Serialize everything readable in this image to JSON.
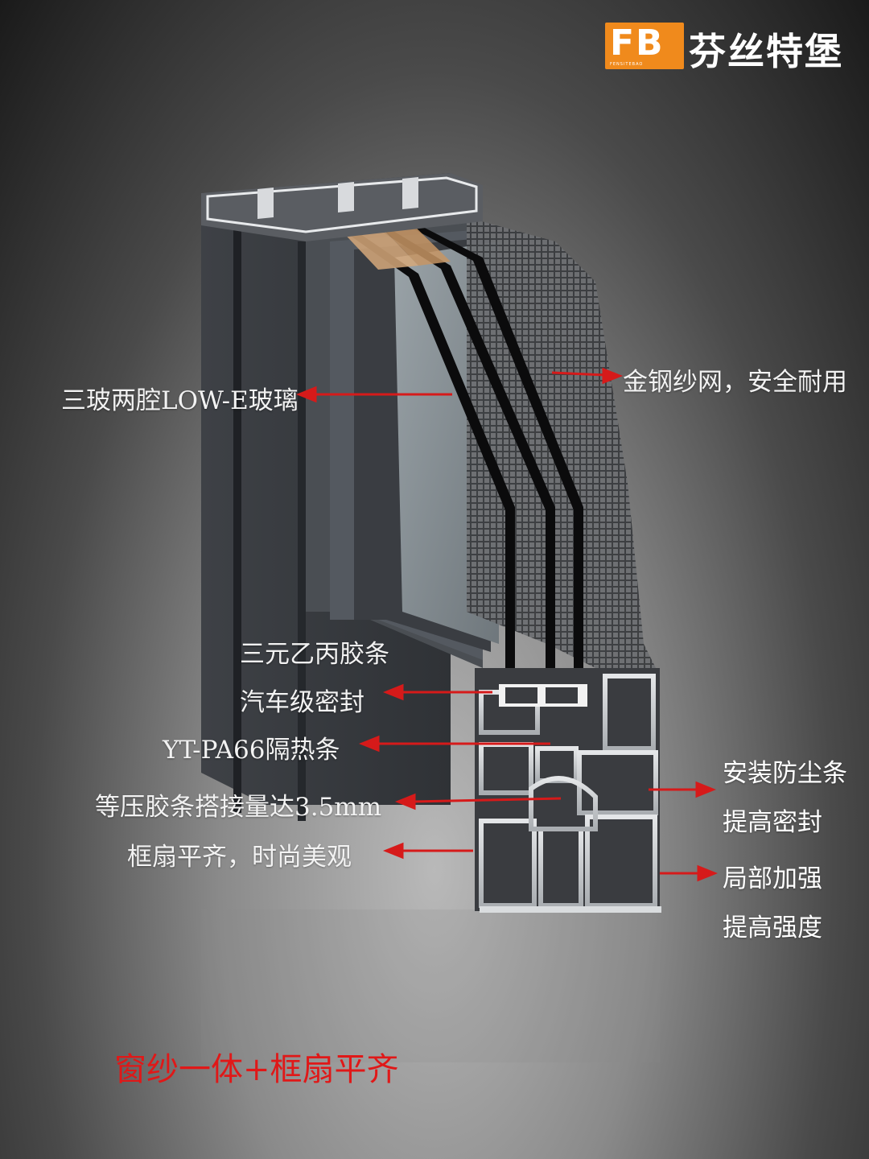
{
  "brand": {
    "mark": "FB",
    "mark_sub": "FENSITEBAO",
    "name": "芬丝特堡",
    "accent_color": "#f08a1c"
  },
  "callouts": {
    "glass": "三玻两腔LOW-E玻璃",
    "screen": "金钢纱网，安全耐用",
    "gasket_line1": "三元乙丙胶条",
    "gasket_line2": "汽车级密封",
    "strip": "YT-PA66隔热条",
    "pressure": "等压胶条搭接量达3.5mm",
    "flush": "框扇平齐，时尚美观",
    "dust_line1": "安装防尘条",
    "dust_line2": "提高密封",
    "reinforce_line1": "局部加强",
    "reinforce_line2": "提高强度"
  },
  "slogan": "窗纱一体+框扇平齐",
  "arrow_color": "#d61a1a"
}
